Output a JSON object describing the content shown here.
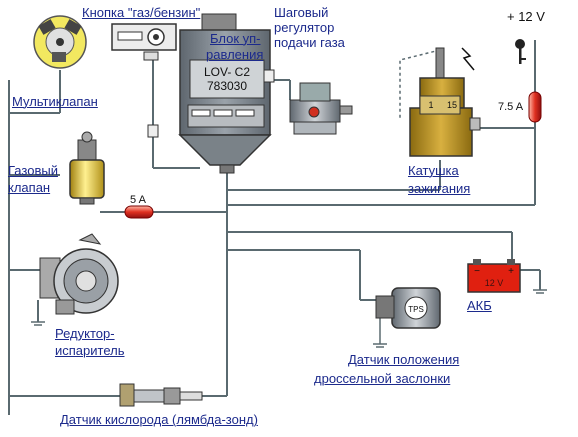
{
  "labels": {
    "button_gas_petrol": "Кнопка \"газ/бензин\"",
    "ecu_line1": "Блок уп-",
    "ecu_line2": "равления",
    "stepper_line1": "Шаговый",
    "stepper_line2": "регулятор",
    "stepper_line3": "подачи газа",
    "multivalve": "Мультиклапан",
    "gas_valve_line1": "Газовый",
    "gas_valve_line2": "клапан",
    "coil_line1": "Катушка",
    "coil_line2": "зажигания",
    "reducer_line1": "Редуктор-",
    "reducer_line2": "испаритель",
    "battery": "АКБ",
    "tps_line1": "Датчик положения",
    "tps_line2": "дроссельной заслонки",
    "oxygen_sensor": "Датчик кислорода (лямбда-зонд)"
  },
  "device_text": {
    "ecu_model": "LOV- C2",
    "ecu_code": "783030",
    "coil_pin_left": "1",
    "coil_pin_right": "15",
    "tps_chip": "TPS",
    "battery_voltage": "12 V"
  },
  "power": {
    "supply": "+ 12 V",
    "fuse_main": "7.5 A",
    "fuse_line": "5 A"
  },
  "colors": {
    "label_text": "#1c2a8c",
    "wire": "#5a6a70",
    "ecu_body": "#808890",
    "fuse": "#d83020",
    "battery": "#e02010",
    "coil": "#b89020",
    "valve_yellow": "#e8cc30"
  }
}
